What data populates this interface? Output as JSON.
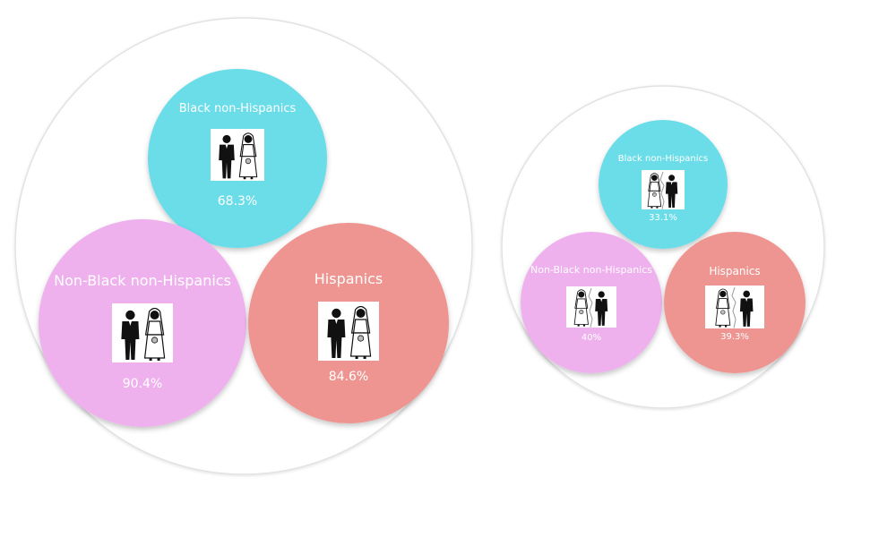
{
  "chart_data": [
    {
      "type": "bubble",
      "groups": [
        {
          "name": "Black non-Hispanics",
          "value": 68.3,
          "label": "68.3%",
          "color": "#6bdde9",
          "icon": "groom-bride-icon"
        },
        {
          "name": "Non-Black non-Hispanics",
          "value": 90.4,
          "label": "90.4%",
          "color": "#efb0ee",
          "icon": "groom-bride-icon"
        },
        {
          "name": "Hispanics",
          "value": 84.6,
          "label": "84.6%",
          "color": "#ef9591",
          "icon": "groom-bride-icon"
        }
      ]
    },
    {
      "type": "bubble",
      "groups": [
        {
          "name": "Black non-Hispanics",
          "value": 33.1,
          "label": "33.1%",
          "color": "#6bdde9",
          "icon": "divorced-couple-icon"
        },
        {
          "name": "Non-Black non-Hispanics",
          "value": 40,
          "label": "40%",
          "color": "#efb0ee",
          "icon": "divorced-couple-icon"
        },
        {
          "name": "Hispanics",
          "value": 39.3,
          "label": "39.3%",
          "color": "#ef9591",
          "icon": "divorced-couple-icon"
        }
      ]
    }
  ]
}
